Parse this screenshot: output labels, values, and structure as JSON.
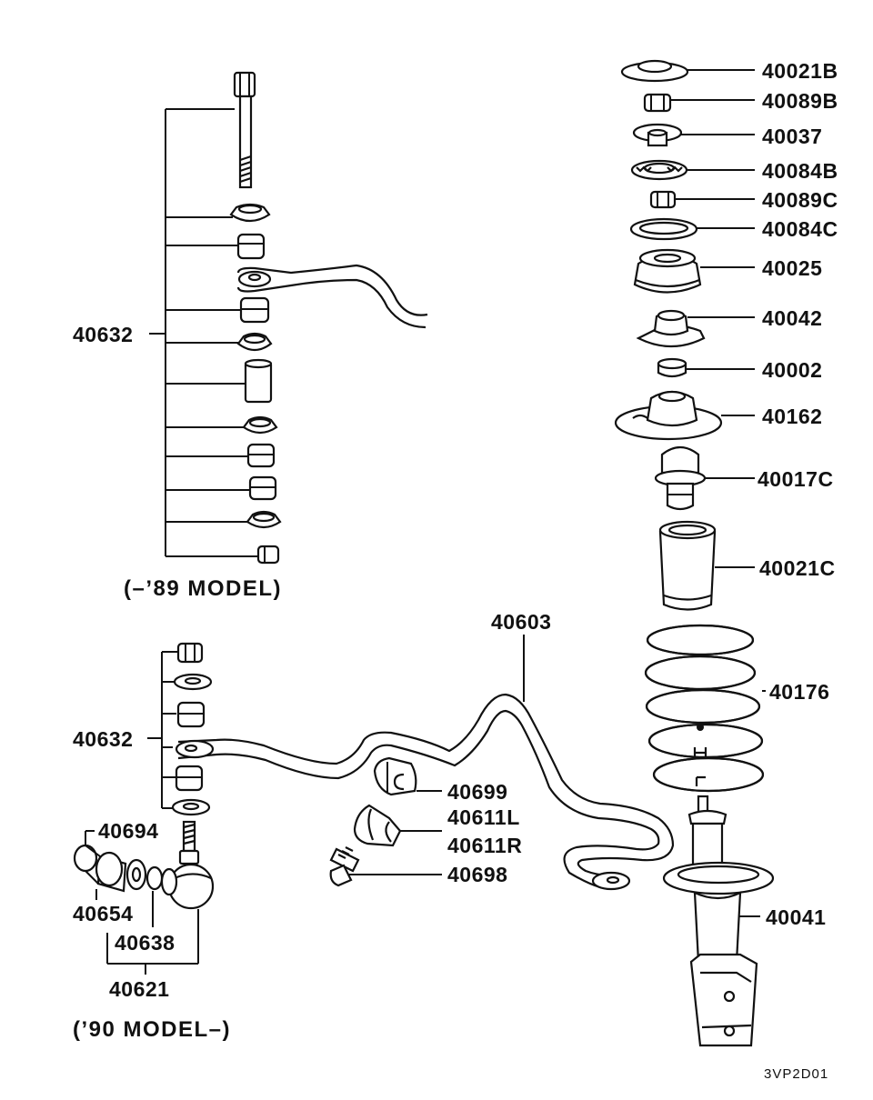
{
  "diagram_code": "3VP2D01",
  "models": {
    "upto89": "(–’89 MODEL)",
    "from90": "(’90 MODEL–)"
  },
  "labels": {
    "p40021B": "40021B",
    "p40089B": "40089B",
    "p40037": "40037",
    "p40084B": "40084B",
    "p40089C": "40089C",
    "p40084C": "40084C",
    "p40025": "40025",
    "p40042": "40042",
    "p40002": "40002",
    "p40162": "40162",
    "p40017C": "40017C",
    "p40021C": "40021C",
    "p40176": "40176",
    "p40041": "40041",
    "p40632a": "40632",
    "p40632b": "40632",
    "p40603": "40603",
    "p40699": "40699",
    "p40611L": "40611L",
    "p40611R": "40611R",
    "p40698": "40698",
    "p40694": "40694",
    "p40654": "40654",
    "p40638": "40638",
    "p40621": "40621"
  }
}
